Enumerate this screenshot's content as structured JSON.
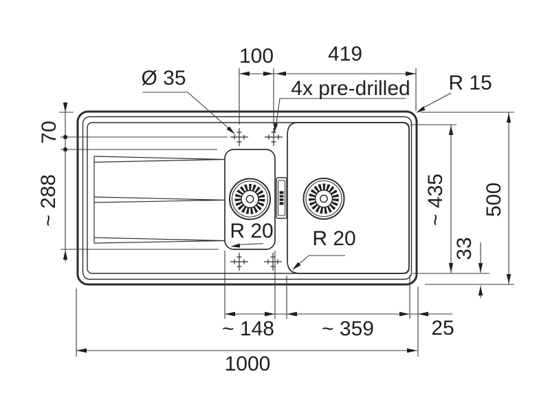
{
  "drawing": {
    "colors": {
      "line": "#2d2d2d",
      "dim_line": "#3a3a3a",
      "text": "#1f1f1f",
      "background": "#ffffff"
    },
    "labels": {
      "hole_diameter": "Ø 35",
      "top_hole_spacing": "100",
      "top_right_span": "419",
      "predrilled_note": "4x pre-drilled",
      "outer_corner_radius": "R 15",
      "left_top_offset": "70",
      "small_basin_height": "~ 288",
      "small_basin_corner_radius": "R 20",
      "large_basin_corner_radius": "R 20",
      "large_basin_height": "~ 435",
      "total_height": "500",
      "bottom_right_offset": "33",
      "small_basin_width": "~ 148",
      "large_basin_width": "~ 359",
      "right_edge_offset": "25",
      "total_width": "1000"
    }
  }
}
